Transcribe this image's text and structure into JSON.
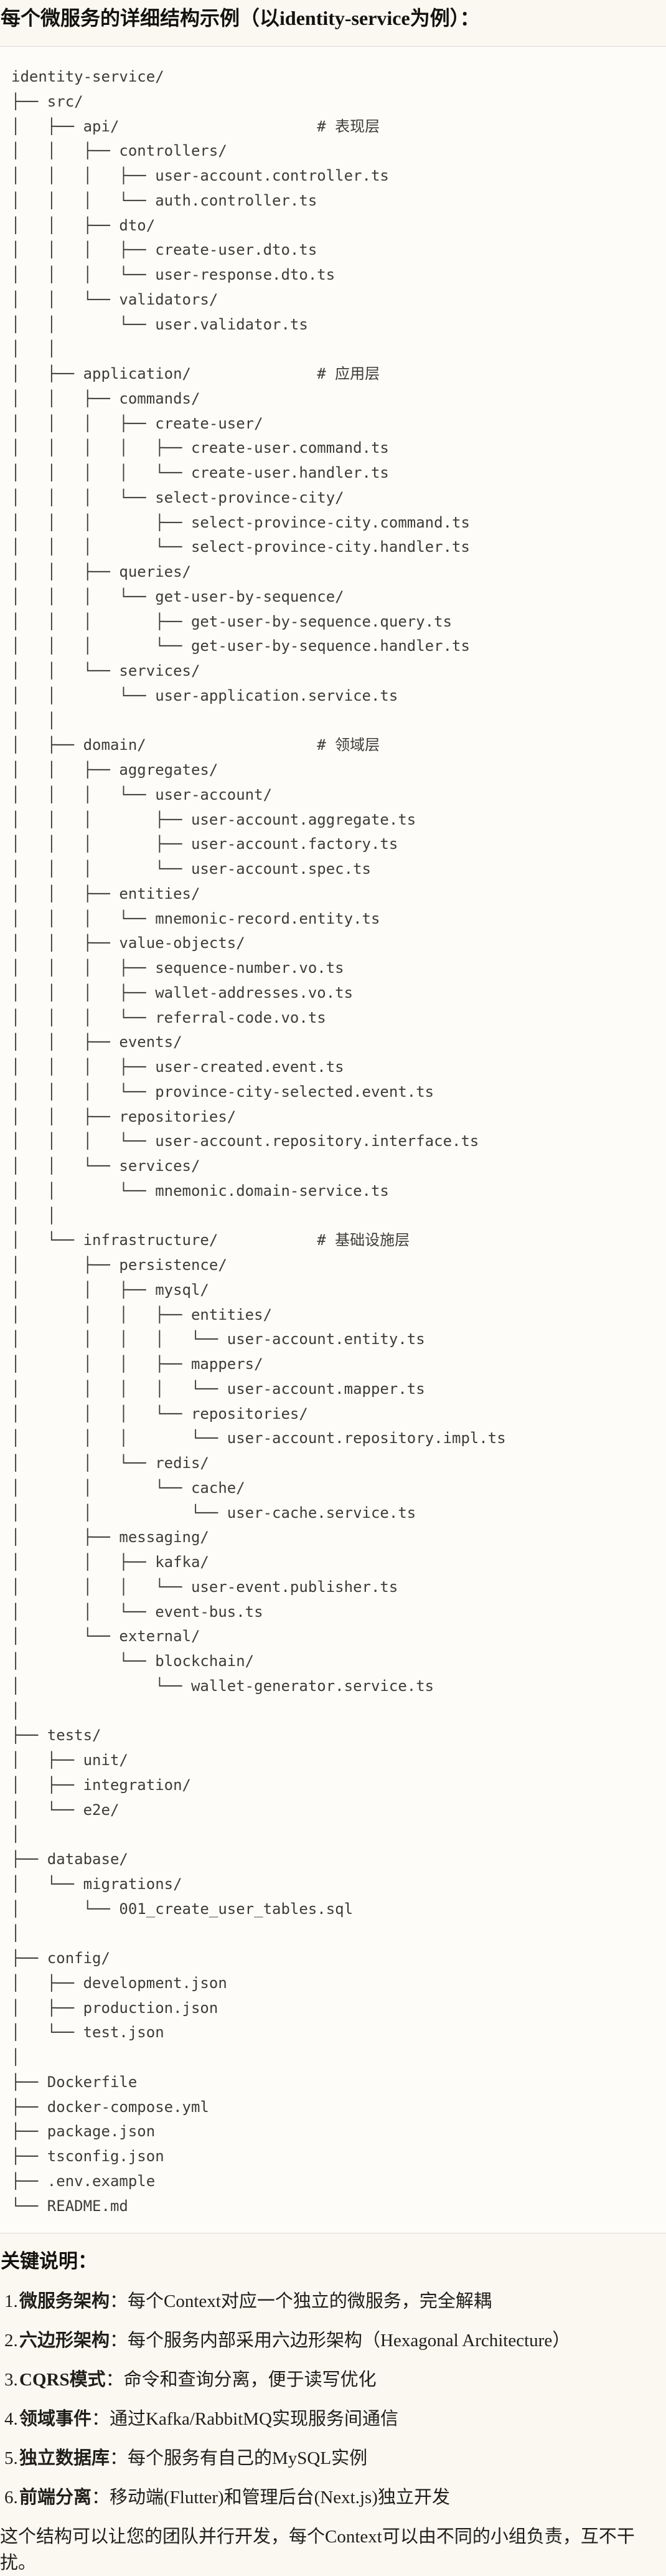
{
  "heading": "每个微服务的详细结构示例（以identity-service为例）：",
  "code_block": {
    "language": "plaintext-tree",
    "lines": [
      "identity-service/",
      "├── src/",
      "│   ├── api/                      # 表现层",
      "│   │   ├── controllers/",
      "│   │   │   ├── user-account.controller.ts",
      "│   │   │   └── auth.controller.ts",
      "│   │   ├── dto/",
      "│   │   │   ├── create-user.dto.ts",
      "│   │   │   └── user-response.dto.ts",
      "│   │   └── validators/",
      "│   │       └── user.validator.ts",
      "│   │",
      "│   ├── application/              # 应用层",
      "│   │   ├── commands/",
      "│   │   │   ├── create-user/",
      "│   │   │   │   ├── create-user.command.ts",
      "│   │   │   │   └── create-user.handler.ts",
      "│   │   │   └── select-province-city/",
      "│   │   │       ├── select-province-city.command.ts",
      "│   │   │       └── select-province-city.handler.ts",
      "│   │   ├── queries/",
      "│   │   │   └── get-user-by-sequence/",
      "│   │   │       ├── get-user-by-sequence.query.ts",
      "│   │   │       └── get-user-by-sequence.handler.ts",
      "│   │   └── services/",
      "│   │       └── user-application.service.ts",
      "│   │",
      "│   ├── domain/                   # 领域层",
      "│   │   ├── aggregates/",
      "│   │   │   └── user-account/",
      "│   │   │       ├── user-account.aggregate.ts",
      "│   │   │       ├── user-account.factory.ts",
      "│   │   │       └── user-account.spec.ts",
      "│   │   ├── entities/",
      "│   │   │   └── mnemonic-record.entity.ts",
      "│   │   ├── value-objects/",
      "│   │   │   ├── sequence-number.vo.ts",
      "│   │   │   ├── wallet-addresses.vo.ts",
      "│   │   │   └── referral-code.vo.ts",
      "│   │   ├── events/",
      "│   │   │   ├── user-created.event.ts",
      "│   │   │   └── province-city-selected.event.ts",
      "│   │   ├── repositories/",
      "│   │   │   └── user-account.repository.interface.ts",
      "│   │   └── services/",
      "│   │       └── mnemonic.domain-service.ts",
      "│   │",
      "│   └── infrastructure/           # 基础设施层",
      "│       ├── persistence/",
      "│       │   ├── mysql/",
      "│       │   │   ├── entities/",
      "│       │   │   │   └── user-account.entity.ts",
      "│       │   │   ├── mappers/",
      "│       │   │   │   └── user-account.mapper.ts",
      "│       │   │   └── repositories/",
      "│       │   │       └── user-account.repository.impl.ts",
      "│       │   └── redis/",
      "│       │       └── cache/",
      "│       │           └── user-cache.service.ts",
      "│       ├── messaging/",
      "│       │   ├── kafka/",
      "│       │   │   └── user-event.publisher.ts",
      "│       │   └── event-bus.ts",
      "│       └── external/",
      "│           └── blockchain/",
      "│               └── wallet-generator.service.ts",
      "│",
      "├── tests/",
      "│   ├── unit/",
      "│   ├── integration/",
      "│   └── e2e/",
      "│",
      "├── database/",
      "│   └── migrations/",
      "│       └── 001_create_user_tables.sql",
      "│",
      "├── config/",
      "│   ├── development.json",
      "│   ├── production.json",
      "│   └── test.json",
      "│",
      "├── Dockerfile",
      "├── docker-compose.yml",
      "├── package.json",
      "├── tsconfig.json",
      "├── .env.example",
      "└── README.md"
    ]
  },
  "notes": {
    "heading": "关键说明：",
    "items": [
      {
        "num": "1.",
        "label": "微服务架构",
        "text": "：每个Context对应一个独立的微服务，完全解耦"
      },
      {
        "num": "2.",
        "label": "六边形架构",
        "text": "：每个服务内部采用六边形架构（Hexagonal Architecture）"
      },
      {
        "num": "3.",
        "label": "CQRS模式",
        "text": "：命令和查询分离，便于读写优化"
      },
      {
        "num": "4.",
        "label": "领域事件",
        "text": "：通过Kafka/RabbitMQ实现服务间通信"
      },
      {
        "num": "5.",
        "label": "独立数据库",
        "text": "：每个服务有自己的MySQL实例"
      },
      {
        "num": "6.",
        "label": "前端分离",
        "text": "：移动端(Flutter)和管理后台(Next.js)独立开发"
      }
    ],
    "footer": "这个结构可以让您的团队并行开发，每个Context可以由不同的小组负责，互不干扰。"
  },
  "colors": {
    "page_bg": "#FAF8F1",
    "code_bg": "#FDFCF8",
    "code_border": "#DAD8D2",
    "code_text": "#3E3C38",
    "body_text": "#201E1A",
    "heading_text": "#14120F"
  }
}
